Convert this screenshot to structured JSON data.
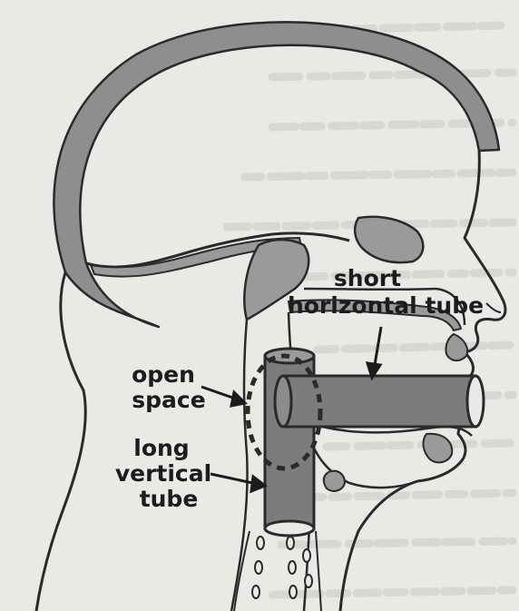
{
  "labels": {
    "short_tube_line1": "short",
    "short_tube_line2": "horizontal tube",
    "open_space_line1": "open",
    "open_space_line2": "space",
    "long_tube_line1": "long",
    "long_tube_line2": "vertical",
    "long_tube_line3": "tube"
  },
  "colors": {
    "background": "#e9e9e6",
    "background_text": "#c9c9c5",
    "outline": "#2a2a2a",
    "skull": "#8e8e8e",
    "tissue": "#9a9a9a",
    "tube_fill": "#7c7c7c",
    "label": "#1c1c1c"
  }
}
